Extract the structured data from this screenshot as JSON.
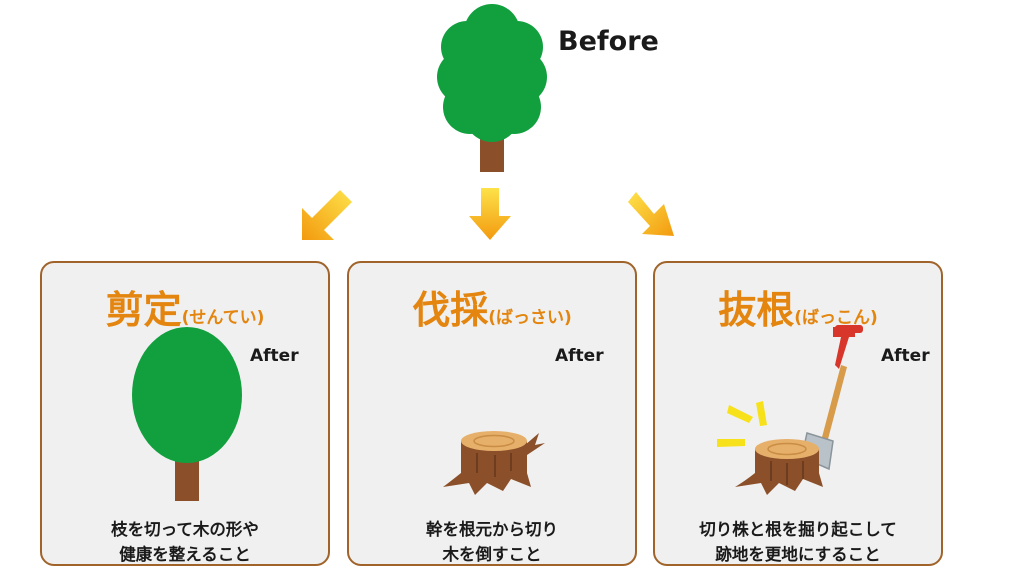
{
  "before": {
    "label": "Before"
  },
  "cards": [
    {
      "title_main": "剪定",
      "title_reading": "(せんてい)",
      "after_label": "After",
      "desc_lines": [
        "枝を切って木の形や",
        "健康を整えること"
      ]
    },
    {
      "title_main": "伐採",
      "title_reading": "(ばっさい)",
      "after_label": "After",
      "desc_lines": [
        "幹を根元から切り",
        "木を倒すこと"
      ]
    },
    {
      "title_main": "抜根",
      "title_reading": "(ばっこん)",
      "after_label": "After",
      "desc_lines": [
        "切り株と根を掘り起こして",
        "跡地を更地にすること"
      ]
    }
  ],
  "colors": {
    "card_border": "#a0642a",
    "card_bg": "#f0f0f0",
    "title_orange": "#e3850f",
    "tree_green": "#12a03f",
    "trunk_brown": "#8b4f2a",
    "arrow_yellow": "#f7b516",
    "shovel_red": "#d8362b"
  },
  "icons": [
    "tree-icon",
    "pruned-tree-icon",
    "stump-icon",
    "shovel-icon",
    "arrow-icon"
  ]
}
